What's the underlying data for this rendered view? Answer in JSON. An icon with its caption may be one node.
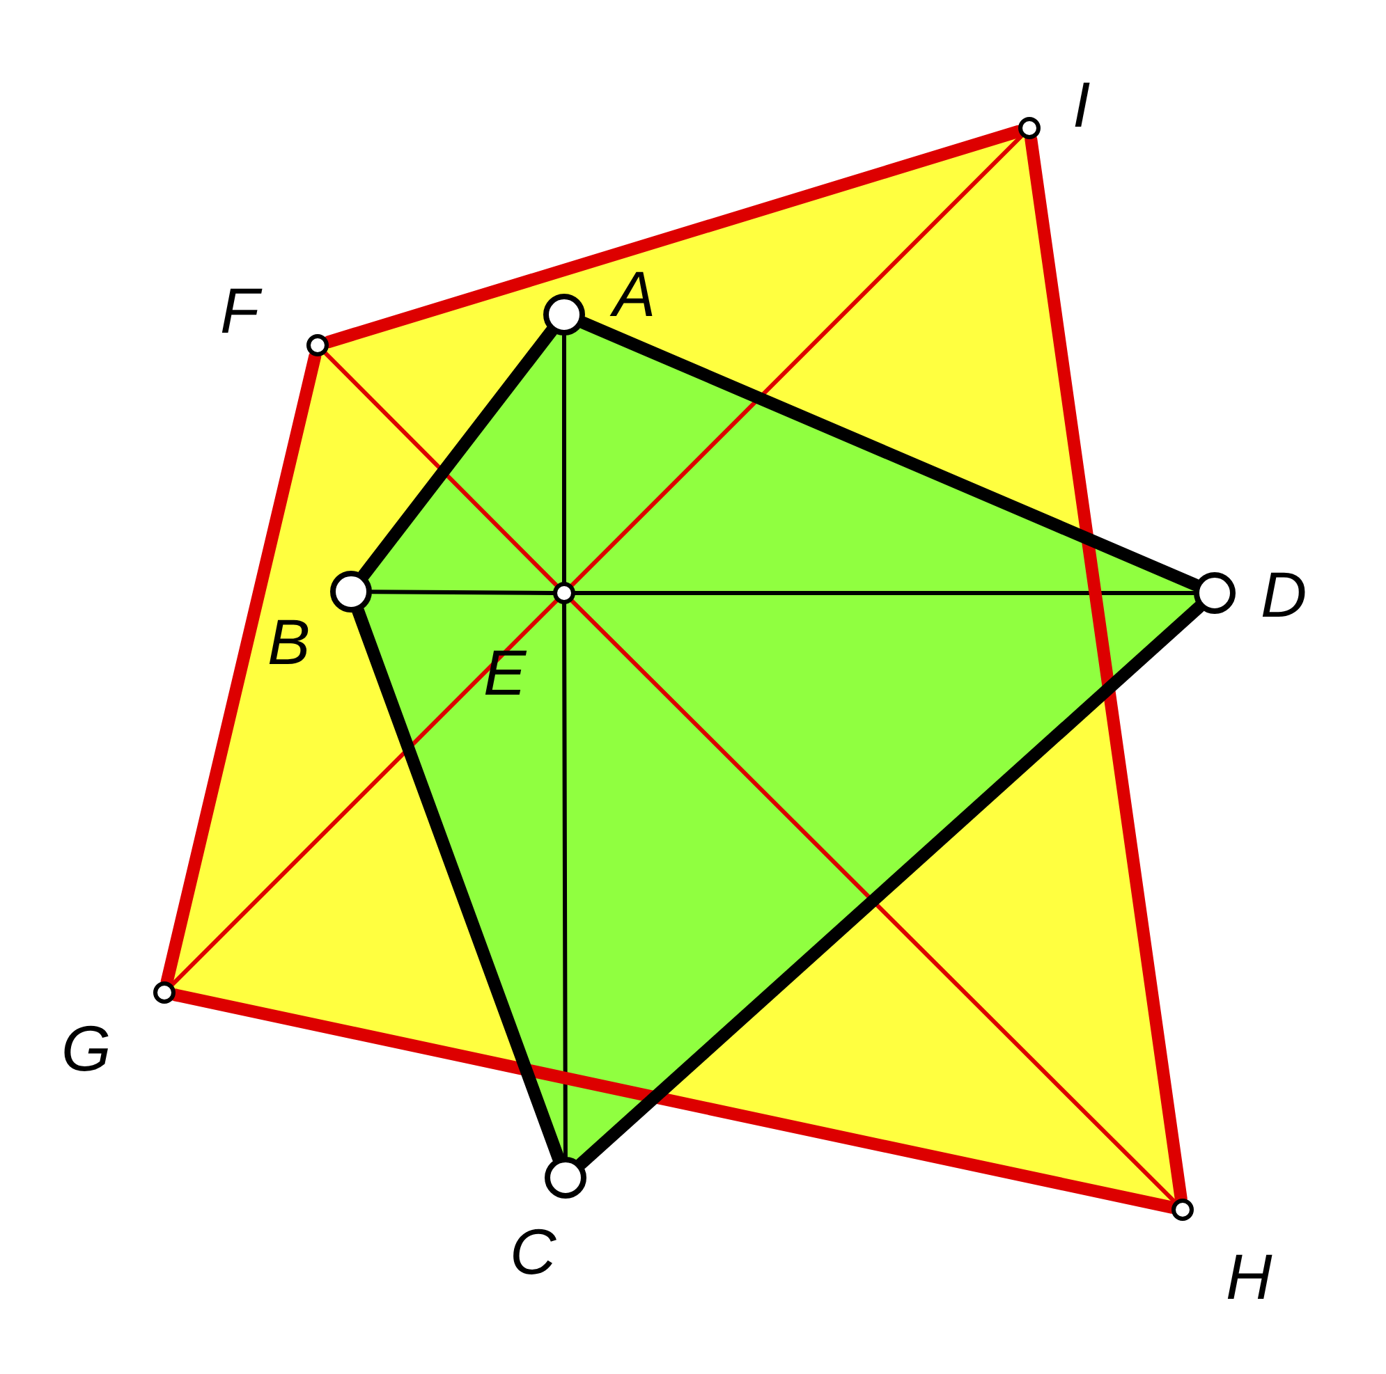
{
  "diagram": {
    "nodes": [
      {
        "text": [
          "A"
        ]
      },
      {
        "text": [
          "B"
        ]
      },
      {
        "text": [
          "C"
        ]
      },
      {
        "text": [
          "D"
        ]
      },
      {
        "text": [
          "E"
        ]
      },
      {
        "text": [
          "F"
        ]
      },
      {
        "text": [
          "G"
        ]
      },
      {
        "text": [
          "H"
        ]
      },
      {
        "text": [
          "I"
        ]
      }
    ],
    "edges": [
      {
        "from": 0,
        "to": 1,
        "arrow": "none",
        "style": "thick"
      },
      {
        "from": 1,
        "to": 2,
        "arrow": "none",
        "style": "thick"
      },
      {
        "from": 2,
        "to": 3,
        "arrow": "none",
        "style": "thick"
      },
      {
        "from": 3,
        "to": 0,
        "arrow": "none",
        "style": "thick"
      },
      {
        "from": 0,
        "to": 4,
        "arrow": "none"
      },
      {
        "from": 4,
        "to": 2,
        "arrow": "none"
      },
      {
        "from": 1,
        "to": 4,
        "arrow": "none"
      },
      {
        "from": 4,
        "to": 3,
        "arrow": "none"
      },
      {
        "from": 5,
        "to": 8,
        "arrow": "none",
        "style": "thick",
        "color": "#dd0000"
      },
      {
        "from": 8,
        "to": 7,
        "arrow": "none",
        "style": "thick",
        "color": "#dd0000"
      },
      {
        "from": 7,
        "to": 6,
        "arrow": "none",
        "style": "thick",
        "color": "#dd0000"
      },
      {
        "from": 6,
        "to": 5,
        "arrow": "none",
        "style": "thick",
        "color": "#dd0000"
      },
      {
        "from": 5,
        "to": 4,
        "arrow": "none",
        "color": "#dd0000"
      },
      {
        "from": 4,
        "to": 7,
        "arrow": "none",
        "color": "#dd0000"
      },
      {
        "from": 6,
        "to": 4,
        "arrow": "none",
        "color": "#dd0000"
      },
      {
        "from": 4,
        "to": 8,
        "arrow": "none",
        "color": "#dd0000"
      }
    ]
  }
}
